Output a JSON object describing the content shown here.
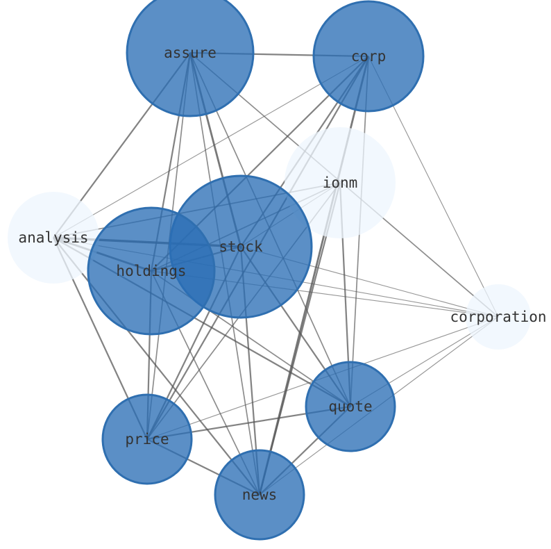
{
  "graph": {
    "node_style": {
      "strong_fill": "#2a6db5",
      "strong_stroke": "#2f6fb0",
      "faint_fill": "#eef5fd",
      "edge_color": "#555555"
    },
    "nodes": [
      {
        "id": "assure",
        "label": "assure",
        "kind": "strong"
      },
      {
        "id": "corp",
        "label": "corp",
        "kind": "strong"
      },
      {
        "id": "ionm",
        "label": "ionm",
        "kind": "faint"
      },
      {
        "id": "analysis",
        "label": "analysis",
        "kind": "faint"
      },
      {
        "id": "stock",
        "label": "stock",
        "kind": "strong"
      },
      {
        "id": "holdings",
        "label": "holdings",
        "kind": "strong"
      },
      {
        "id": "corporation",
        "label": "corporation",
        "kind": "faint"
      },
      {
        "id": "quote",
        "label": "quote",
        "kind": "strong"
      },
      {
        "id": "price",
        "label": "price",
        "kind": "strong"
      },
      {
        "id": "news",
        "label": "news",
        "kind": "strong"
      }
    ],
    "edges": [
      {
        "source": "assure",
        "target": "corp",
        "weight": 3
      },
      {
        "source": "assure",
        "target": "analysis",
        "weight": 3
      },
      {
        "source": "assure",
        "target": "stock",
        "weight": 4
      },
      {
        "source": "assure",
        "target": "holdings",
        "weight": 3
      },
      {
        "source": "assure",
        "target": "price",
        "weight": 2
      },
      {
        "source": "assure",
        "target": "news",
        "weight": 2
      },
      {
        "source": "assure",
        "target": "quote",
        "weight": 2
      },
      {
        "source": "assure",
        "target": "corporation",
        "weight": 2
      },
      {
        "source": "corp",
        "target": "analysis",
        "weight": 1
      },
      {
        "source": "corp",
        "target": "stock",
        "weight": 3
      },
      {
        "source": "corp",
        "target": "holdings",
        "weight": 3
      },
      {
        "source": "corp",
        "target": "price",
        "weight": 3
      },
      {
        "source": "corp",
        "target": "news",
        "weight": 4
      },
      {
        "source": "corp",
        "target": "quote",
        "weight": 2
      },
      {
        "source": "corp",
        "target": "corporation",
        "weight": 1
      },
      {
        "source": "ionm",
        "target": "analysis",
        "weight": 2
      },
      {
        "source": "ionm",
        "target": "holdings",
        "weight": 2
      },
      {
        "source": "ionm",
        "target": "price",
        "weight": 2
      },
      {
        "source": "ionm",
        "target": "news",
        "weight": 3
      },
      {
        "source": "ionm",
        "target": "quote",
        "weight": 3
      },
      {
        "source": "ionm",
        "target": "stock",
        "weight": 1
      },
      {
        "source": "analysis",
        "target": "stock",
        "weight": 5
      },
      {
        "source": "analysis",
        "target": "holdings",
        "weight": 4
      },
      {
        "source": "analysis",
        "target": "price",
        "weight": 3
      },
      {
        "source": "analysis",
        "target": "news",
        "weight": 3
      },
      {
        "source": "analysis",
        "target": "quote",
        "weight": 3
      },
      {
        "source": "analysis",
        "target": "corporation",
        "weight": 1
      },
      {
        "source": "stock",
        "target": "holdings",
        "weight": 3
      },
      {
        "source": "stock",
        "target": "price",
        "weight": 3
      },
      {
        "source": "stock",
        "target": "news",
        "weight": 3
      },
      {
        "source": "stock",
        "target": "quote",
        "weight": 3
      },
      {
        "source": "stock",
        "target": "corporation",
        "weight": 1
      },
      {
        "source": "holdings",
        "target": "price",
        "weight": 3
      },
      {
        "source": "holdings",
        "target": "news",
        "weight": 2
      },
      {
        "source": "holdings",
        "target": "quote",
        "weight": 2
      },
      {
        "source": "holdings",
        "target": "corporation",
        "weight": 1
      },
      {
        "source": "quote",
        "target": "price",
        "weight": 3
      },
      {
        "source": "quote",
        "target": "news",
        "weight": 3
      },
      {
        "source": "quote",
        "target": "corporation",
        "weight": 1
      },
      {
        "source": "price",
        "target": "news",
        "weight": 3
      },
      {
        "source": "price",
        "target": "corporation",
        "weight": 1
      },
      {
        "source": "news",
        "target": "corporation",
        "weight": 1
      }
    ]
  }
}
